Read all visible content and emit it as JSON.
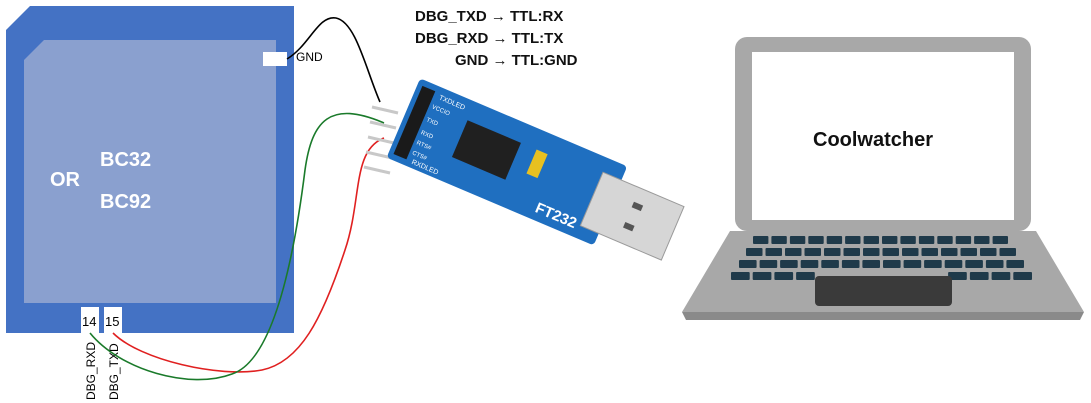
{
  "module": {
    "prefix": "OR",
    "model_1": "BC32",
    "model_2": "BC92",
    "gnd_label": "GND",
    "pin_14": "14",
    "pin_15": "15",
    "pin_14_name": "DBG_RXD",
    "pin_15_name": "DBG_TXD",
    "body_color": "#8aa0cf",
    "frame_color": "#4472c4"
  },
  "connections": [
    "DBG_TXD → TTL:RX",
    "DBG_RXD → TTL:TX",
    "GND → TTL:GND"
  ],
  "adapter": {
    "chip_label": "FT232",
    "pins": [
      "VCCIO",
      "TXD",
      "RXD",
      "RTS#",
      "CTS#"
    ],
    "led_1": "TXDLED",
    "led_2": "RXDLED",
    "board_color": "#1f6fc0"
  },
  "laptop": {
    "screen_text": "Coolwatcher"
  },
  "wires": {
    "gnd_color": "#000000",
    "tx_color": "#e02020",
    "rx_color": "#1a7a2a"
  }
}
